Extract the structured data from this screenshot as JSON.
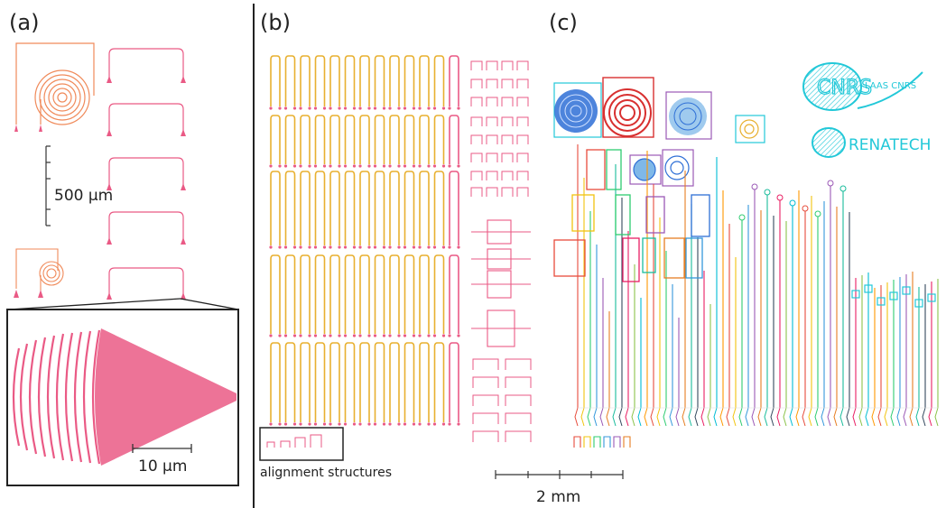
{
  "panels": {
    "a": {
      "label": "(a)",
      "scale_label": "500 µm",
      "inset_scale_label": "10 µm"
    },
    "b": {
      "label": "(b)",
      "alignment_label": "alignment structures"
    },
    "c": {
      "label": "(c)",
      "scale_label": "2 mm"
    }
  },
  "logos": {
    "laas": "LAAS CNRS",
    "renatech": "RENATECH"
  },
  "colors": {
    "pink": "#ea5a85",
    "orange": "#f08a5a",
    "gold": "#e8b030",
    "cyan": "#22c8d8",
    "blue": "#2e6fd6",
    "red": "#d83030",
    "divider": "#222222"
  }
}
